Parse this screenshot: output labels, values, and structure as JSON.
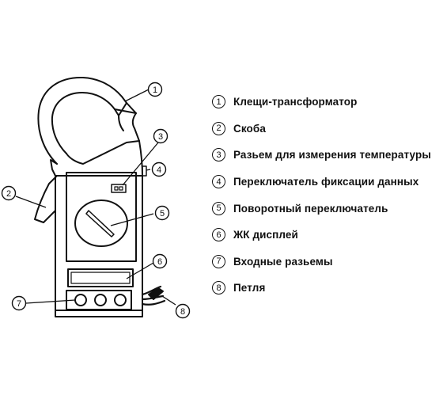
{
  "diagram": {
    "callouts": [
      "1",
      "2",
      "3",
      "4",
      "5",
      "6",
      "7",
      "8"
    ]
  },
  "legend": [
    {
      "num": "1",
      "text": "Клещи-трансформатор"
    },
    {
      "num": "2",
      "text": "Скоба"
    },
    {
      "num": "3",
      "text": "Разьем для измерения температуры"
    },
    {
      "num": "4",
      "text": "Переключатель фиксации данных"
    },
    {
      "num": "5",
      "text": "Поворотный переключатель"
    },
    {
      "num": "6",
      "text": "ЖК дисплей"
    },
    {
      "num": "7",
      "text": "Входные разьемы"
    },
    {
      "num": "8",
      "text": "Петля"
    }
  ]
}
